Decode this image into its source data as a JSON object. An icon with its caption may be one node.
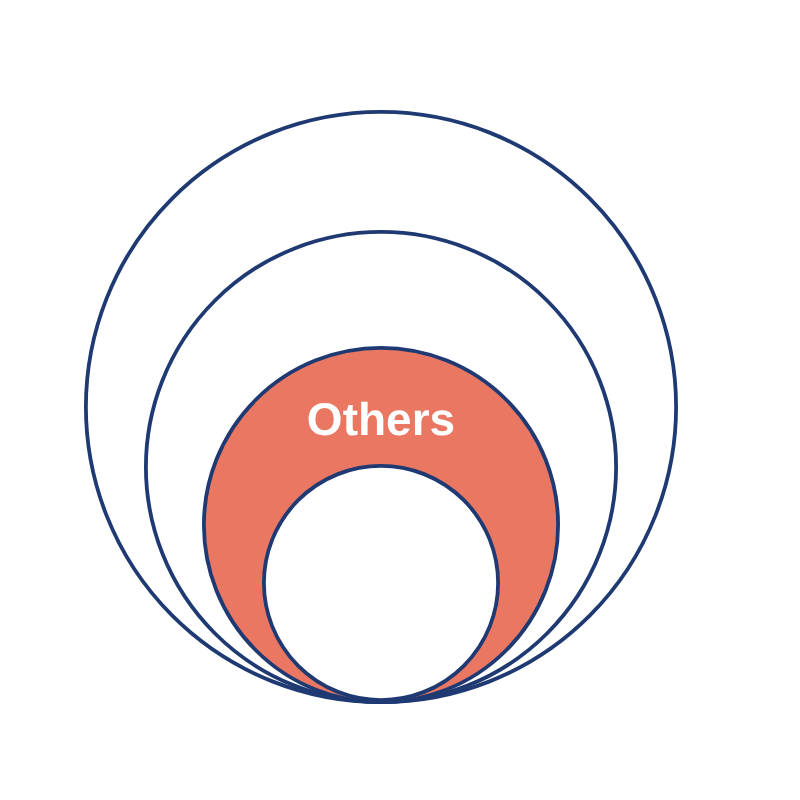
{
  "diagram": {
    "nodes": [
      {
        "text": [],
        "shape": "circle"
      },
      {
        "text": [],
        "shape": "circle",
        "in": 0
      },
      {
        "text": [
          "Others"
        ],
        "in": 1
      },
      {
        "text": [],
        "shape": "circle",
        "in": 2
      }
    ]
  }
}
